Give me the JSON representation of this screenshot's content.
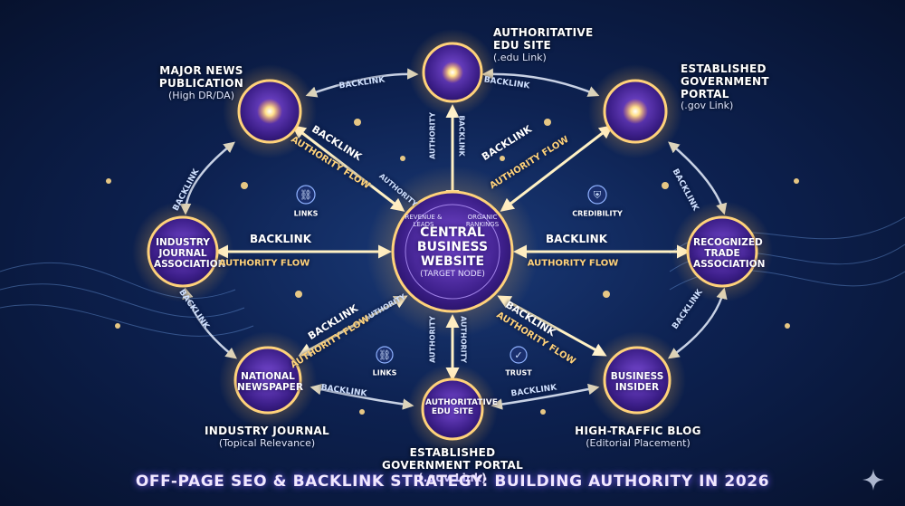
{
  "center": {
    "title": "CENTRAL BUSINESS WEBSITE",
    "subtitle": "(TARGET NODE)",
    "ring_labels": [
      "REVENUE & LEADS",
      "ORGANIC RANKINGS"
    ]
  },
  "nodes": {
    "top": {
      "title": "AUTHORITATIVE EDU SITE",
      "subtitle": "(.edu Link)"
    },
    "top_left": {
      "title": "MAJOR NEWS PUBLICATION",
      "subtitle": "(High DR/DA)"
    },
    "top_right": {
      "title": "ESTABLISHED GOVERNMENT PORTAL",
      "subtitle": "(.gov Link)"
    },
    "left": {
      "inner": "INDUSTRY JOURNAL ASSOCIATION"
    },
    "right": {
      "inner": "RECOGNIZED TRADE ASSOCIATION"
    },
    "bottom_left": {
      "inner": "NATIONAL NEWSPAPER",
      "title": "INDUSTRY JOURNAL",
      "subtitle": "(Topical Relevance)"
    },
    "bottom": {
      "inner": "AUTHORITATIVE EDU SITE",
      "title": "ESTABLISHED GOVERNMENT PORTAL (.gov Link)"
    },
    "bottom_right": {
      "inner": "BUSINESS INSIDER",
      "title": "HIGH-TRAFFIC BLOG",
      "subtitle": "(Editorial Placement)"
    }
  },
  "connector_labels": {
    "backlink": "BACKLINK",
    "authority_flow": "AUTHORITY FLOW",
    "authority": "AUTHORITY",
    "links": "LINKS",
    "credibility": "CREDIBILITY",
    "trust": "TRUST"
  },
  "footer": "OFF-PAGE SEO & BACKLINK STRATEGY: BUILDING AUTHORITY IN 2026",
  "colors": {
    "glow": "#ffd27a",
    "node_fill": "#4b2a9e",
    "node_ring": "#ffcf6a",
    "line": "#ffe7a8"
  }
}
